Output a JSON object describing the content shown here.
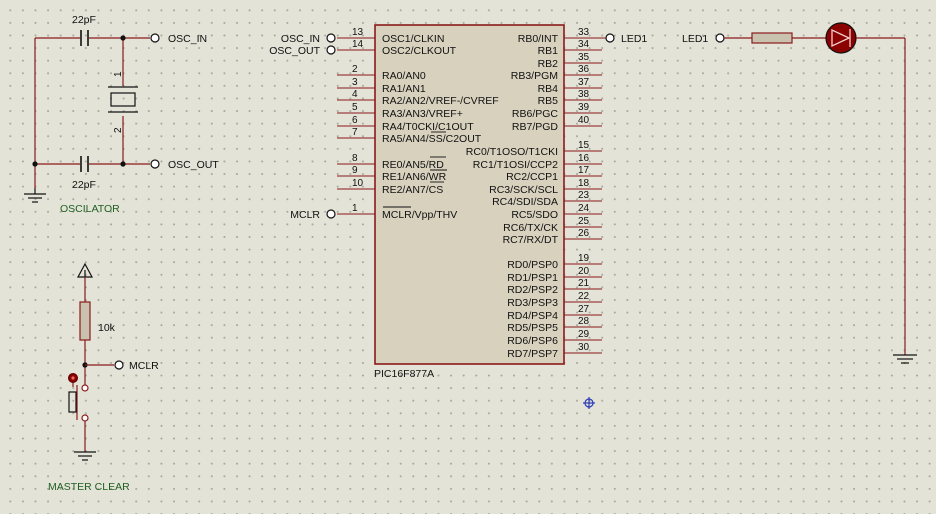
{
  "oscillator": {
    "cap_top_value": "22pF",
    "cap_bottom_value": "22pF",
    "crystal_pin1": "1",
    "crystal_pin2": "2",
    "osc_in_label": "OSC_IN",
    "osc_out_label": "OSC_OUT",
    "block_label": "OSCILATOR"
  },
  "master_clear": {
    "resistor_value": "10k",
    "mclr_label": "MCLR",
    "block_label": "MASTER CLEAR"
  },
  "led_circuit": {
    "net_label": "LED1"
  },
  "mcu": {
    "part_name": "PIC16F877A",
    "left_pins": [
      {
        "num": "13",
        "name": "OSC1/CLKIN",
        "net": "OSC_IN"
      },
      {
        "num": "14",
        "name": "OSC2/CLKOUT",
        "net": "OSC_OUT"
      },
      {
        "num": "2",
        "name": "RA0/AN0",
        "net": ""
      },
      {
        "num": "3",
        "name": "RA1/AN1",
        "net": ""
      },
      {
        "num": "4",
        "name": "RA2/AN2/VREF-/CVREF",
        "net": ""
      },
      {
        "num": "5",
        "name": "RA3/AN3/VREF+",
        "net": ""
      },
      {
        "num": "6",
        "name": "RA4/T0CKI/C1OUT",
        "net": ""
      },
      {
        "num": "7",
        "name": "RA5/AN4/SS/C2OUT",
        "net": ""
      },
      {
        "num": "8",
        "name": "RE0/AN5/RD",
        "net": ""
      },
      {
        "num": "9",
        "name": "RE1/AN6/WR",
        "net": ""
      },
      {
        "num": "10",
        "name": "RE2/AN7/CS",
        "net": ""
      },
      {
        "num": "1",
        "name": "MCLR/Vpp/THV",
        "net": "MCLR"
      }
    ],
    "right_pins": [
      {
        "num": "33",
        "name": "RB0/INT",
        "net": "LED1"
      },
      {
        "num": "34",
        "name": "RB1",
        "net": ""
      },
      {
        "num": "35",
        "name": "RB2",
        "net": ""
      },
      {
        "num": "36",
        "name": "RB3/PGM",
        "net": ""
      },
      {
        "num": "37",
        "name": "RB4",
        "net": ""
      },
      {
        "num": "38",
        "name": "RB5",
        "net": ""
      },
      {
        "num": "39",
        "name": "RB6/PGC",
        "net": ""
      },
      {
        "num": "40",
        "name": "RB7/PGD",
        "net": ""
      },
      {
        "num": "15",
        "name": "RC0/T1OSO/T1CKI",
        "net": ""
      },
      {
        "num": "16",
        "name": "RC1/T1OSI/CCP2",
        "net": ""
      },
      {
        "num": "17",
        "name": "RC2/CCP1",
        "net": ""
      },
      {
        "num": "18",
        "name": "RC3/SCK/SCL",
        "net": ""
      },
      {
        "num": "23",
        "name": "RC4/SDI/SDA",
        "net": ""
      },
      {
        "num": "24",
        "name": "RC5/SDO",
        "net": ""
      },
      {
        "num": "25",
        "name": "RC6/TX/CK",
        "net": ""
      },
      {
        "num": "26",
        "name": "RC7/RX/DT",
        "net": ""
      },
      {
        "num": "19",
        "name": "RD0/PSP0",
        "net": ""
      },
      {
        "num": "20",
        "name": "RD1/PSP1",
        "net": ""
      },
      {
        "num": "21",
        "name": "RD2/PSP2",
        "net": ""
      },
      {
        "num": "22",
        "name": "RD3/PSP3",
        "net": ""
      },
      {
        "num": "27",
        "name": "RD4/PSP4",
        "net": ""
      },
      {
        "num": "28",
        "name": "RD5/PSP5",
        "net": ""
      },
      {
        "num": "29",
        "name": "RD6/PSP6",
        "net": ""
      },
      {
        "num": "30",
        "name": "RD7/PSP7",
        "net": ""
      }
    ]
  },
  "colors": {
    "background": "#e3e3d8",
    "wire": "#8b1a1a",
    "ic_body": "#d7d1be",
    "terminal_fill": "#ffffff",
    "led_fill": "#8b0000",
    "label_green": "#1f5f1f",
    "cursor_blue": "#2a3ab8"
  }
}
